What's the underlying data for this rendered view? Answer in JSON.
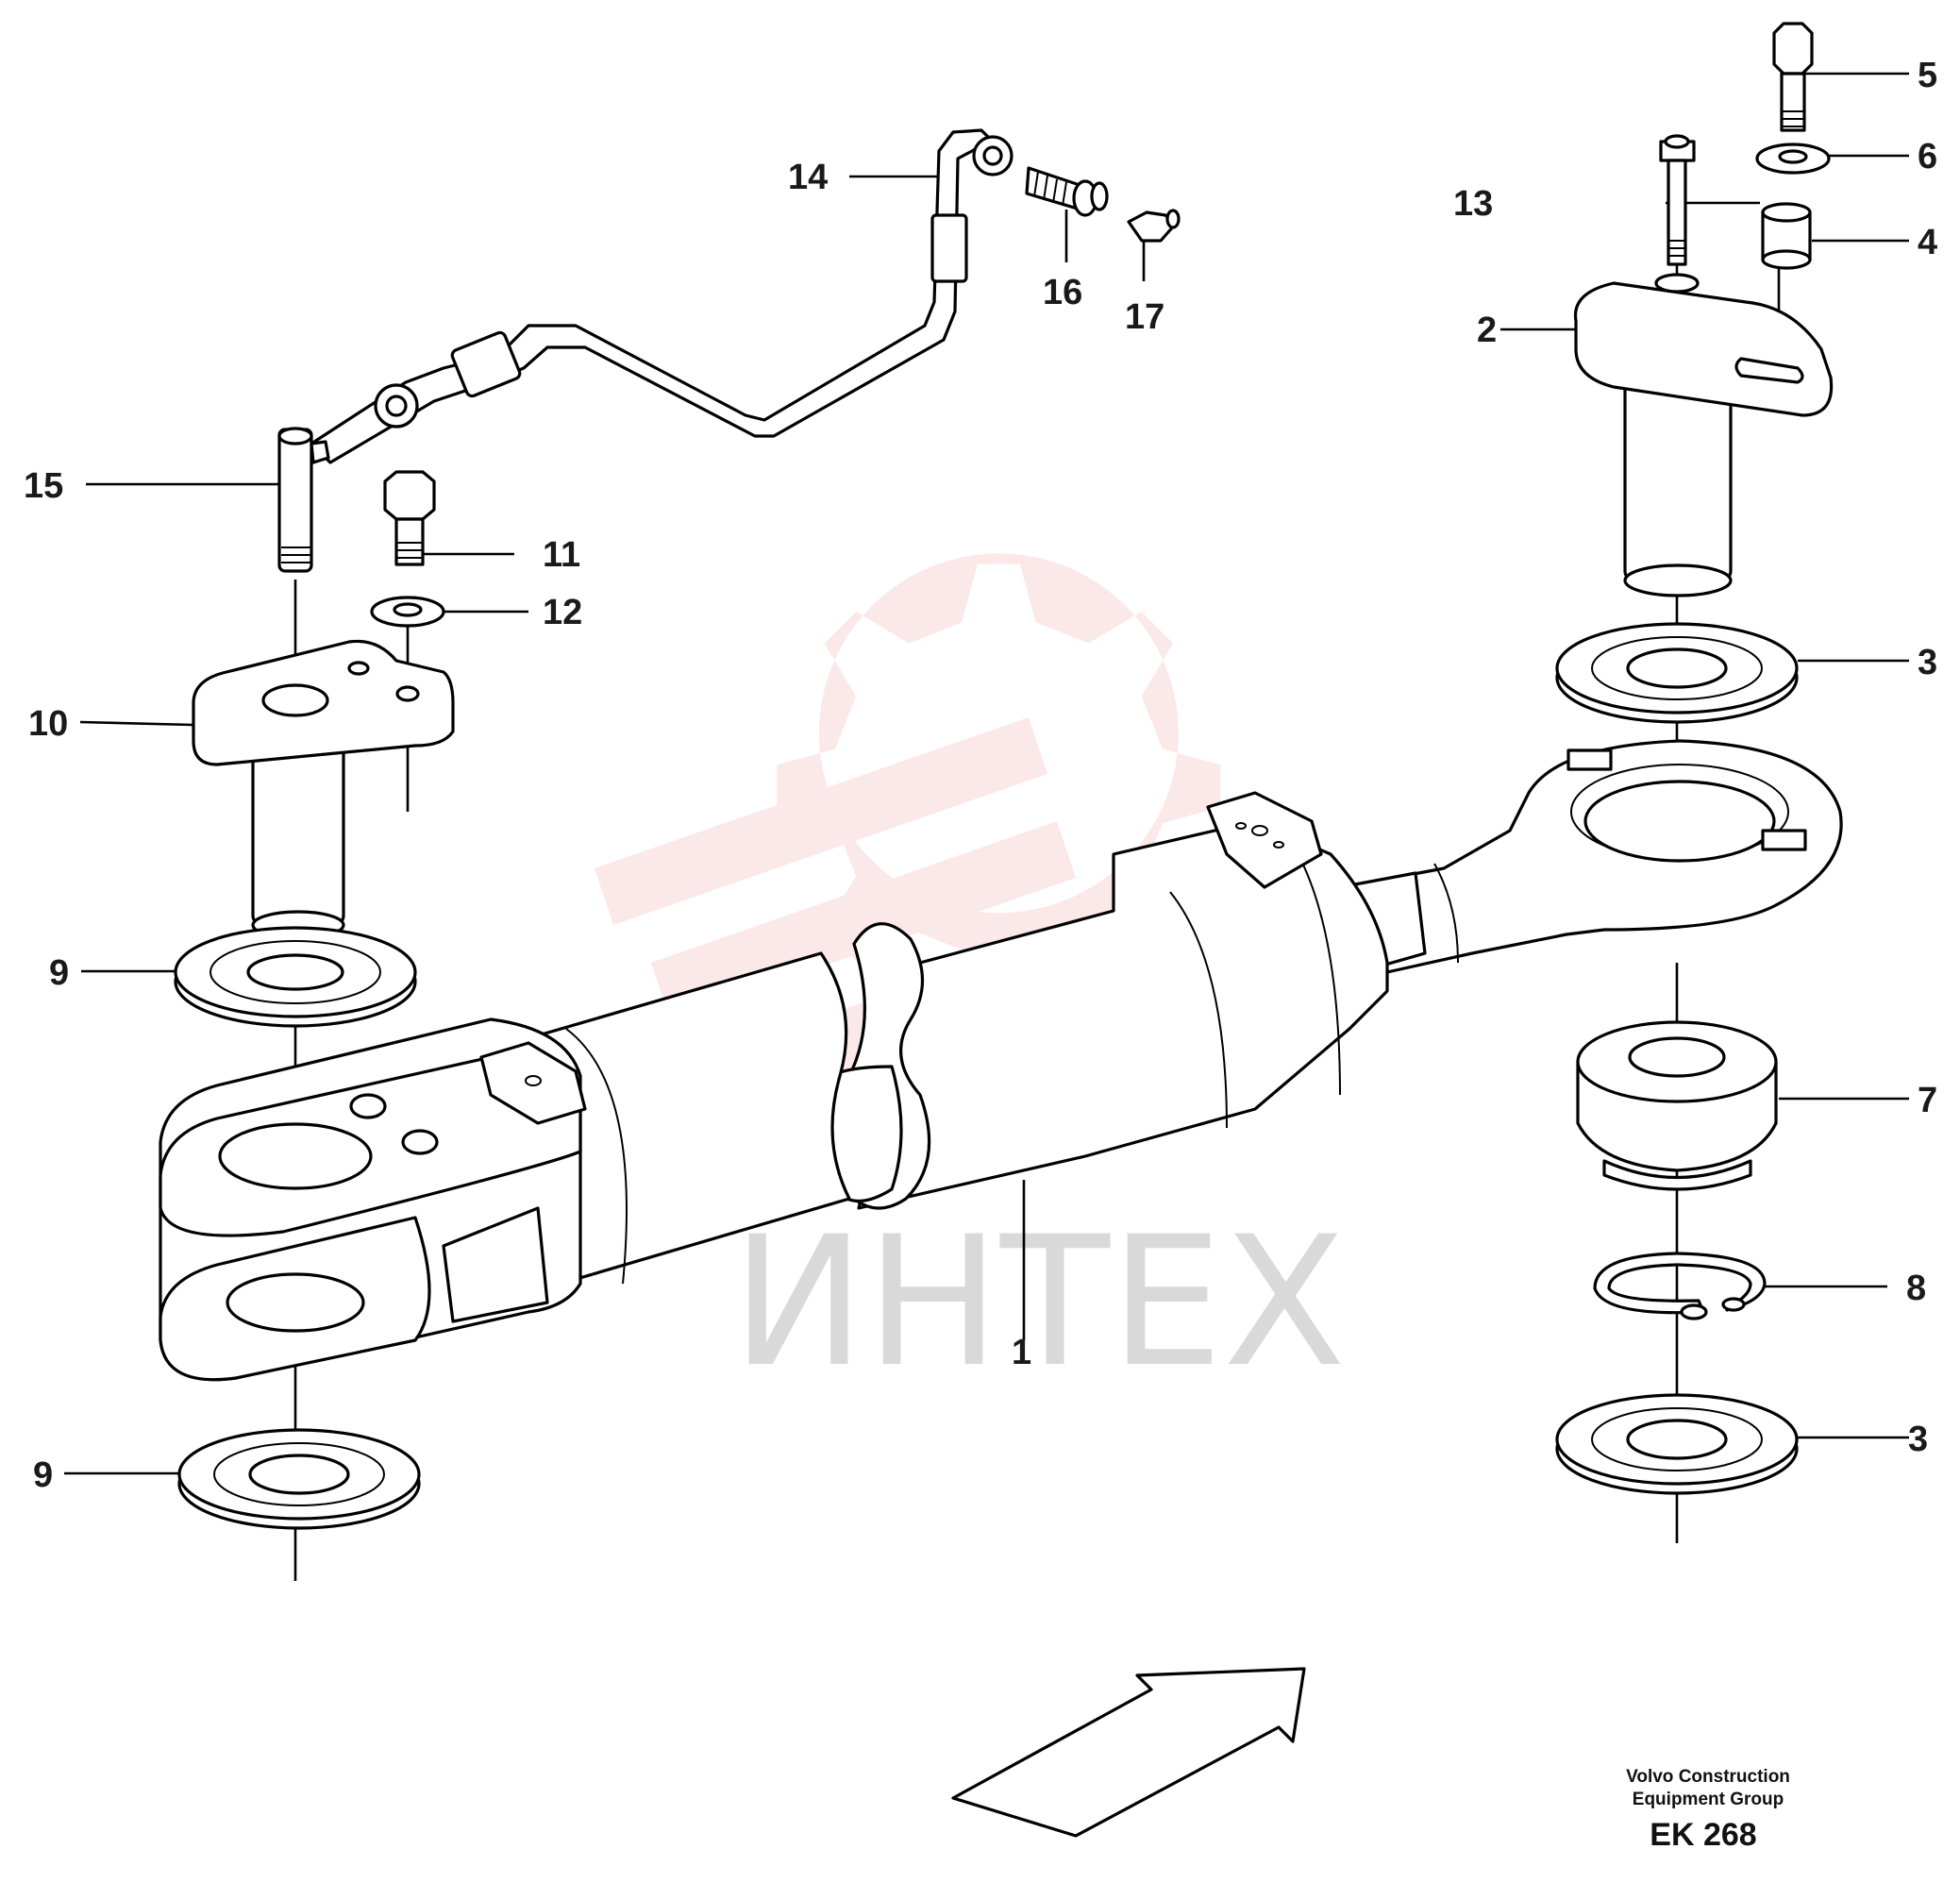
{
  "diagram": {
    "callouts": [
      "1",
      "2",
      "3",
      "3",
      "4",
      "5",
      "6",
      "7",
      "8",
      "9",
      "9",
      "10",
      "11",
      "12",
      "13",
      "14",
      "15",
      "16",
      "17"
    ]
  },
  "publisher": {
    "line1": "Volvo Construction",
    "line2": "Equipment Group",
    "code": "EK 268"
  },
  "watermark": {
    "text": "ИНТЕХ",
    "color": "#e8555a"
  },
  "colors": {
    "line": "#000000",
    "background": "#ffffff",
    "watermark_text": "#d9d9d9"
  }
}
